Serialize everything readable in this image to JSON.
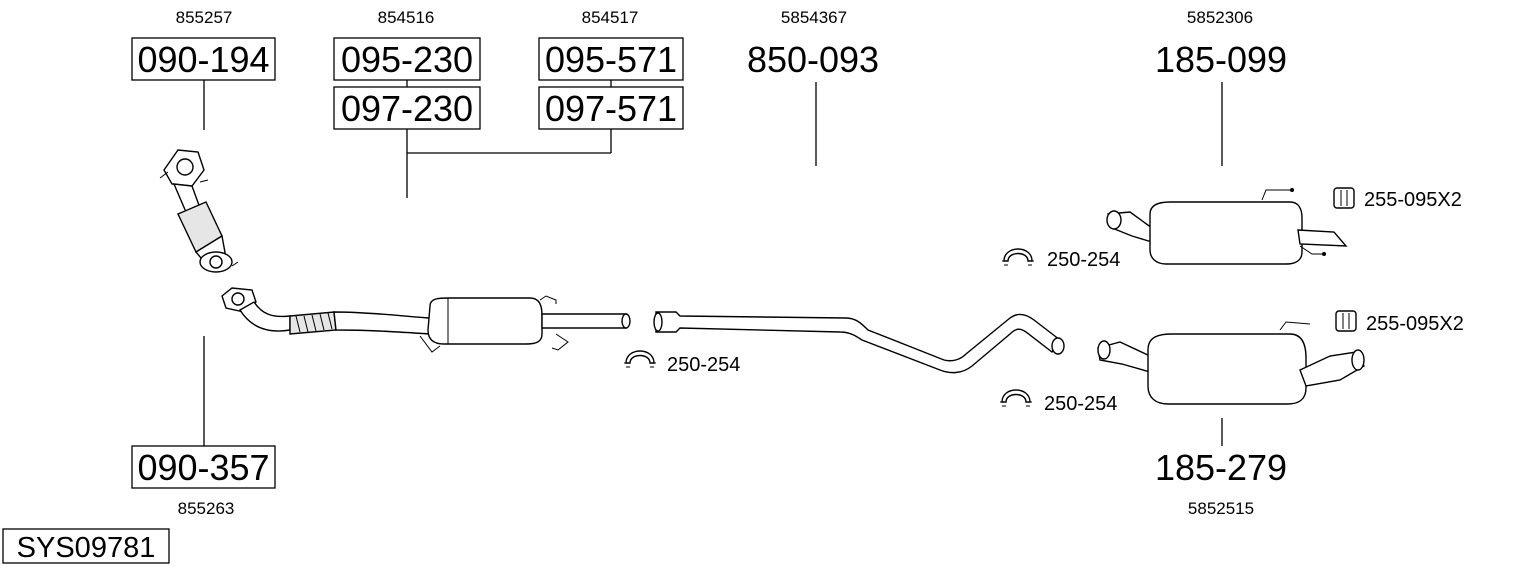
{
  "labels": {
    "p855257": "855257",
    "p854516": "854516",
    "p854517": "854517",
    "p5854367": "5854367",
    "p5852306": "5852306",
    "p855263": "855263",
    "p5852515": "5852515"
  },
  "parts": {
    "front_top": "090-194",
    "front_bottom": "090-357",
    "mid_a1": "095-230",
    "mid_a2": "097-230",
    "mid_b1": "095-571",
    "mid_b2": "097-571",
    "center": "850-093",
    "rear_top": "185-099",
    "rear_bottom": "185-279"
  },
  "accessories": {
    "clamp_1": "250-254",
    "clamp_2": "250-254",
    "clamp_3": "250-254",
    "hanger_1": "255-095X2",
    "hanger_2": "255-095X2"
  },
  "system_id": "SYS09781"
}
